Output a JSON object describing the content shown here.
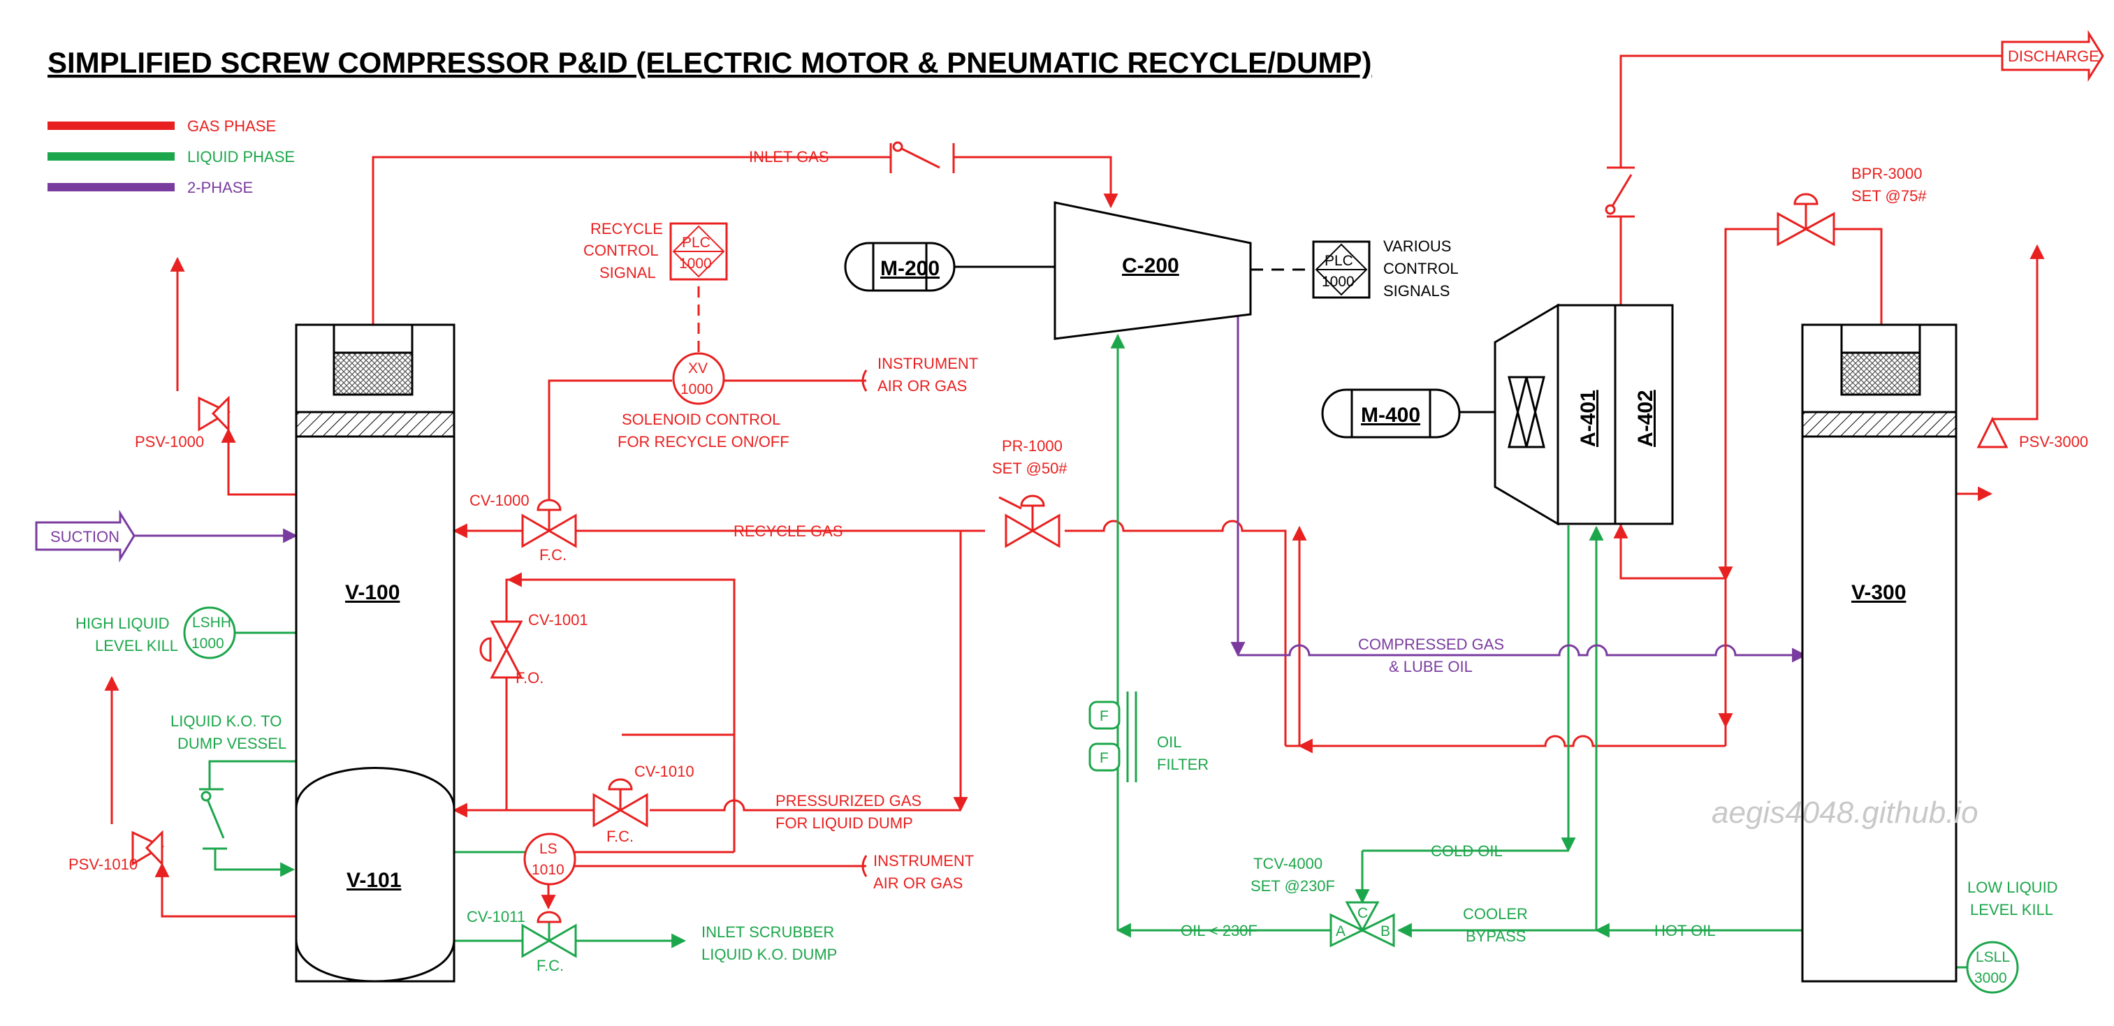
{
  "title": "SIMPLIFIED SCREW COMPRESSOR P&ID  (ELECTRIC MOTOR & PNEUMATIC RECYCLE/DUMP)",
  "colors": {
    "gas": "#e8201f",
    "liquid": "#1ca64b",
    "two_phase": "#7a3b9f",
    "black": "#000000"
  },
  "legend": {
    "gas": "GAS PHASE",
    "liquid": "LIQUID PHASE",
    "two_phase": "2-PHASE"
  },
  "equipment": {
    "v100": "V-100",
    "v101": "V-101",
    "v300": "V-300",
    "c200": "C-200",
    "m200": "M-200",
    "m400": "M-400",
    "a401": "A-401",
    "a402": "A-402"
  },
  "streams": {
    "suction": "SUCTION",
    "discharge": "DISCHARGE",
    "inlet_gas": "INLET GAS",
    "recycle_gas": "RECYCLE GAS",
    "compressed_1": "COMPRESSED GAS",
    "compressed_2": "& LUBE OIL",
    "press_gas_1": "PRESSURIZED GAS",
    "press_gas_2": "FOR LIQUID DUMP",
    "instr_air_1": "INSTRUMENT",
    "instr_air_2": "AIR OR GAS",
    "instr_air_3": "INSTRUMENT",
    "instr_air_4": "AIR OR GAS",
    "cold_oil": "COLD OIL",
    "hot_oil": "HOT OIL",
    "oil_lt": "OIL < 230F",
    "bypass_1": "COOLER",
    "bypass_2": "BYPASS",
    "oil_filter_1": "OIL",
    "oil_filter_2": "FILTER",
    "dump_1": "INLET SCRUBBER",
    "dump_2": "LIQUID K.O. DUMP",
    "ko_1": "LIQUID K.O. TO",
    "ko_2": "DUMP VESSEL"
  },
  "instruments": {
    "plc": "PLC",
    "plc_num": "1000",
    "recycle_sig_1": "RECYCLE",
    "recycle_sig_2": "CONTROL",
    "recycle_sig_3": "SIGNAL",
    "various_1": "VARIOUS",
    "various_2": "CONTROL",
    "various_3": "SIGNALS",
    "xv": "XV",
    "xv_num": "1000",
    "solenoid_1": "SOLENOID CONTROL",
    "solenoid_2": "FOR RECYCLE ON/OFF",
    "lshh": "LSHH",
    "lshh_num": "1000",
    "lshh_desc_1": "HIGH LIQUID",
    "lshh_desc_2": "LEVEL KILL",
    "lsll": "LSLL",
    "lsll_num": "3000",
    "lsll_desc_1": "LOW LIQUID",
    "lsll_desc_2": "LEVEL KILL",
    "ls": "LS",
    "ls_num": "1010",
    "psv1000": "PSV-1000",
    "psv1010": "PSV-1010",
    "psv3000": "PSV-3000",
    "cv1000": "CV-1000",
    "cv1001": "CV-1001",
    "cv1010": "CV-1010",
    "cv1011": "CV-1011",
    "fc": "F.C.",
    "fo": "F.O.",
    "pr1000": "PR-1000",
    "pr1000_set": "SET @50#",
    "bpr3000": "BPR-3000",
    "bpr3000_set": "SET @75#",
    "tcv4000": "TCV-4000",
    "tcv4000_set": "SET @230F",
    "port_a": "A",
    "port_b": "B",
    "port_c": "C",
    "filter_f": "F"
  },
  "watermark": "aegis4048.github.io"
}
